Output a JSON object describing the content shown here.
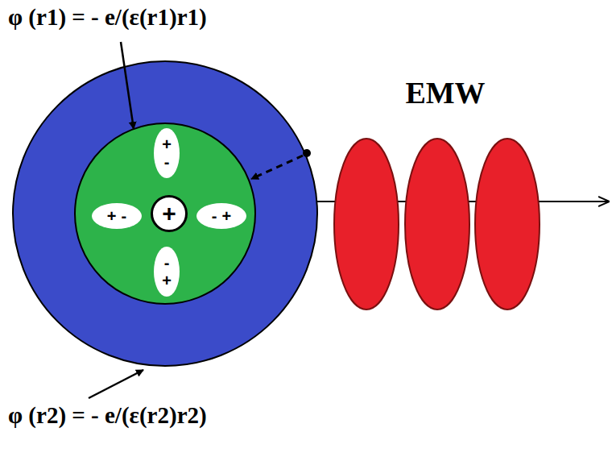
{
  "diagram": {
    "nodes": [
      {
        "text": [
          "+",
          "-"
        ]
      },
      {
        "text": [
          "+",
          "-"
        ]
      },
      {
        "text": [
          "+"
        ]
      },
      {
        "text": [
          "-",
          "+"
        ]
      },
      {
        "text": [
          "-",
          "+"
        ]
      }
    ],
    "labels": [
      "φ (r1) = - e/(ε(r1)r1)",
      "EMW",
      "φ (r2) = - e/(ε(r2)r2)"
    ]
  }
}
